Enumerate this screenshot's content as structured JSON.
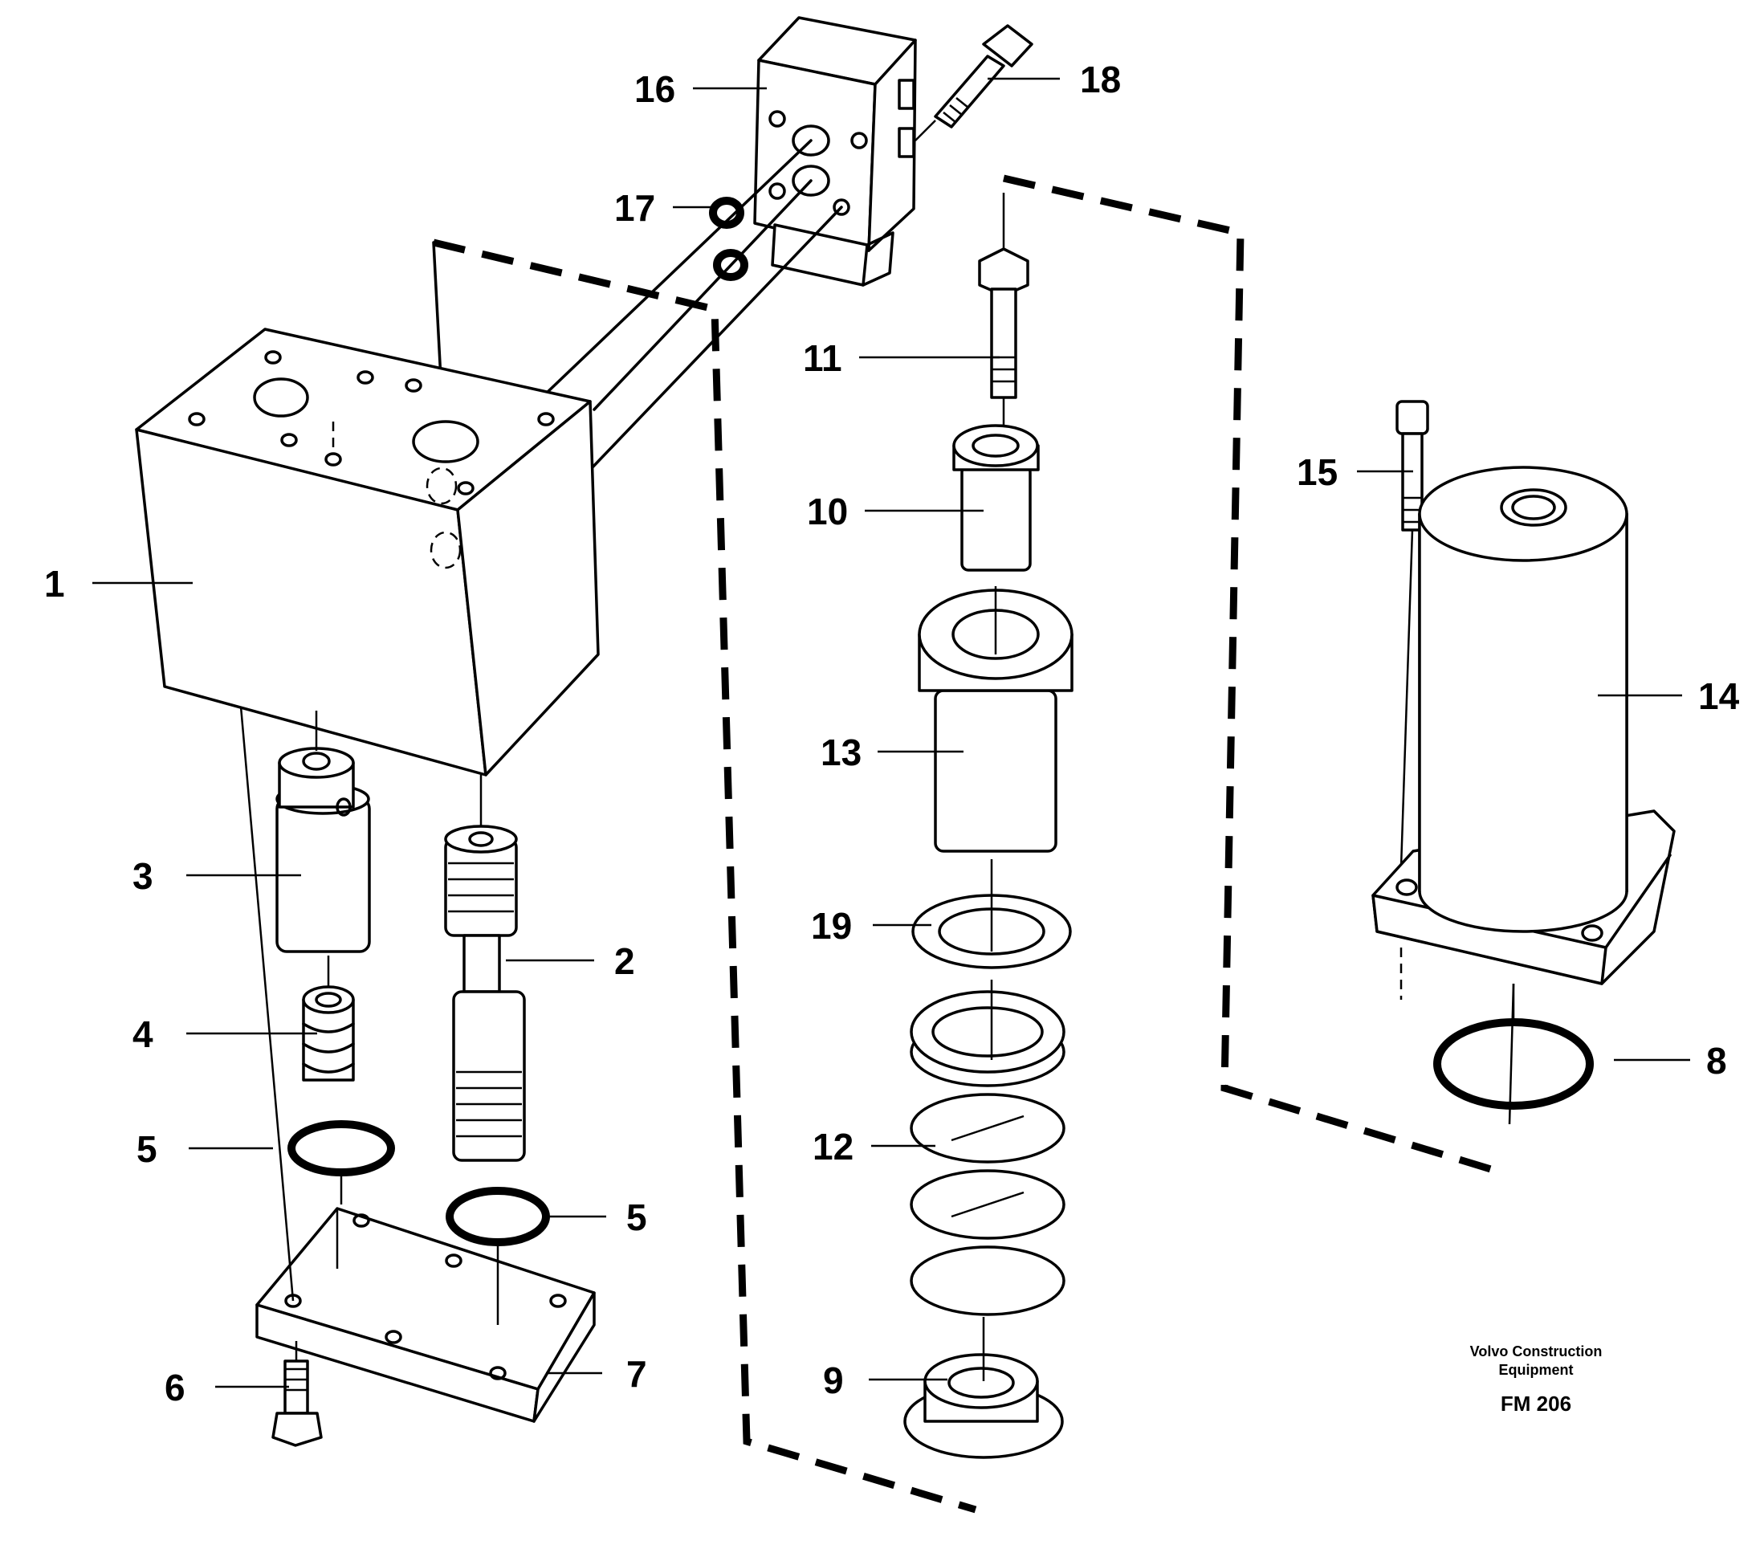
{
  "labels": {
    "p1": "1",
    "p2": "2",
    "p3": "3",
    "p4": "4",
    "p5a": "5",
    "p5b": "5",
    "p6": "6",
    "p7": "7",
    "p8": "8",
    "p9": "9",
    "p10": "10",
    "p11": "11",
    "p12": "12",
    "p13": "13",
    "p14": "14",
    "p15": "15",
    "p16": "16",
    "p17": "17",
    "p18": "18",
    "p19": "19"
  },
  "credit": {
    "line1": "Volvo Construction",
    "line2": "Equipment",
    "code": "FM 206"
  }
}
